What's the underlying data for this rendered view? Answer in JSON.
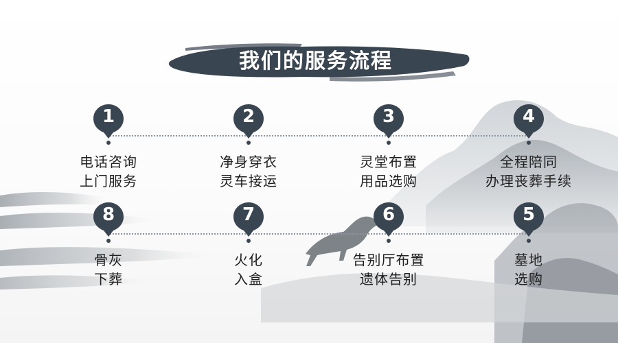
{
  "title": "我们的服务流程",
  "colors": {
    "pin": "#3a4552",
    "ink": "#3a4552",
    "text": "#1f1f1f"
  },
  "icons": {
    "pin": "map-pin-icon",
    "title_brush": "ink-brush-stroke",
    "landscape": "ink-landscape-painting",
    "horse": "galloping-horse"
  },
  "steps": [
    {
      "num": "1",
      "line1": "电话咨询",
      "line2": "上门服务"
    },
    {
      "num": "2",
      "line1": "净身穿衣",
      "line2": "灵车接运"
    },
    {
      "num": "3",
      "line1": "灵堂布置",
      "line2": "用品选购"
    },
    {
      "num": "4",
      "line1": "全程陪同",
      "line2": "办理丧葬手续"
    },
    {
      "num": "5",
      "line1": "墓地",
      "line2": "选购"
    },
    {
      "num": "6",
      "line1": "告别厅布置",
      "line2": "遗体告别"
    },
    {
      "num": "7",
      "line1": "火化",
      "line2": "入盒"
    },
    {
      "num": "8",
      "line1": "骨灰",
      "line2": "下葬"
    }
  ]
}
